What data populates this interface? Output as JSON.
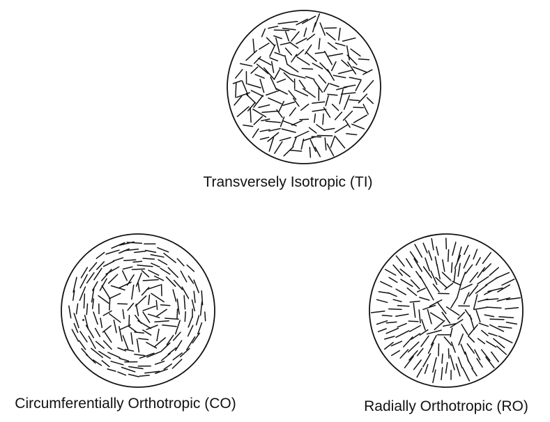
{
  "figure": {
    "panels": [
      {
        "id": "ti",
        "caption": "Transversely Isotropic (TI)",
        "fiber_pattern": "random"
      },
      {
        "id": "co",
        "caption": "Circumferentially Orthotropic (CO)",
        "fiber_pattern": "circumferential"
      },
      {
        "id": "ro",
        "caption": "Radially Orthotropic (RO)",
        "fiber_pattern": "radial"
      }
    ],
    "colors": {
      "ink": "#111111",
      "background": "#ffffff"
    }
  }
}
